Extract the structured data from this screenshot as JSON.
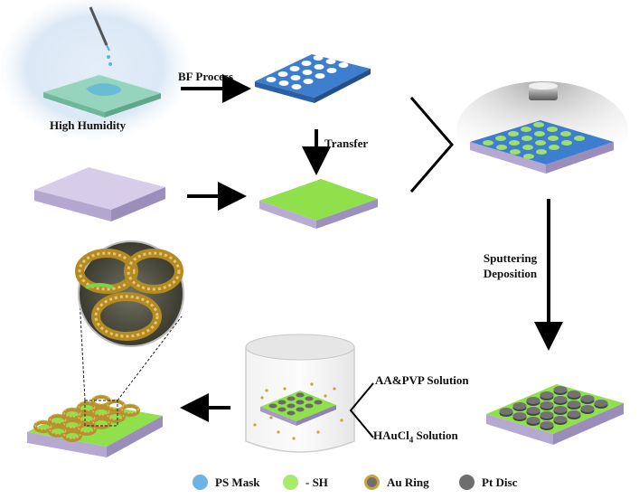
{
  "labels": {
    "high_humidity": "High Humidity",
    "bf_process": "BF Process",
    "transfer": "Transfer",
    "sputtering": "Sputtering",
    "deposition": "Deposition",
    "aa_pvp_solution": "AA&PVP  Solution",
    "hauccl4_main": "HAuCl",
    "hauccl4_sub": "4",
    "hauccl4_tail": "  Solution"
  },
  "legend": [
    {
      "label": "PS Mask",
      "color": "#6cb4e8",
      "border": "#6cb4e8"
    },
    {
      "label": "- SH",
      "color": "#a6ec6a",
      "border": "#a6ec6a"
    },
    {
      "label": "Au Ring",
      "color": "#6e6e6e",
      "border": "#c9a63a"
    },
    {
      "label": "Pt Disc",
      "color": "#6e6e6e",
      "border": "#6e6e6e"
    }
  ],
  "colors": {
    "substrate_top": "#d6cde8",
    "substrate_side": "#a89cc4",
    "mask_blue": "#3f7fd0",
    "sh_green": "#8ee04a",
    "pt_gray": "#6b6b6b",
    "au_gold": "#c9a23a",
    "humidity_glass": "#8ed0b8"
  }
}
